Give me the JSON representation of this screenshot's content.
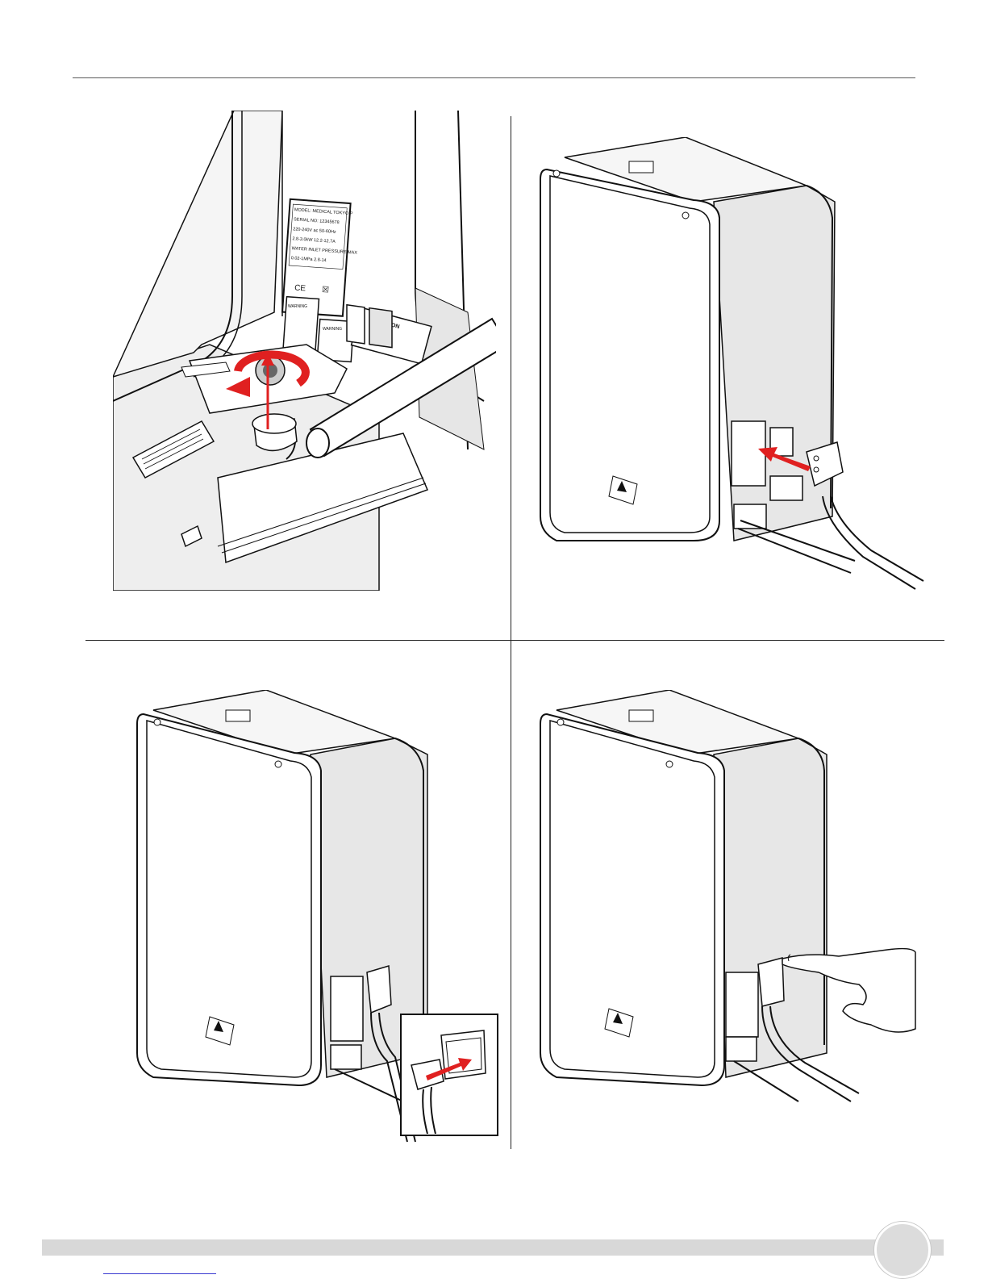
{
  "document": {
    "type": "installation-manual-page",
    "panels": [
      {
        "id": "step-1",
        "label_panel": {
          "model_plate": [
            "MODEL: MEDICAL TOKYO P",
            "SERIAL NO: 12345678",
            "220-240V ac 50-60Hz",
            "2.8-3.0kW 12.2-12.7A",
            "WATER INLET PRESSURE MAX",
            "0.02-1MPa 2.8-14"
          ],
          "warning_label_1": "WARNING",
          "warning_label_2": "WARNING",
          "caution_label": "CAUTION"
        },
        "arrow_color": "#e02020"
      },
      {
        "id": "step-2",
        "arrow_color": "#e02020"
      },
      {
        "id": "step-3",
        "arrow_color": "#e02020"
      },
      {
        "id": "step-4"
      }
    ],
    "colors": {
      "accent": "#e02020",
      "footer": "#d8d8d8",
      "line": "#222222"
    }
  }
}
